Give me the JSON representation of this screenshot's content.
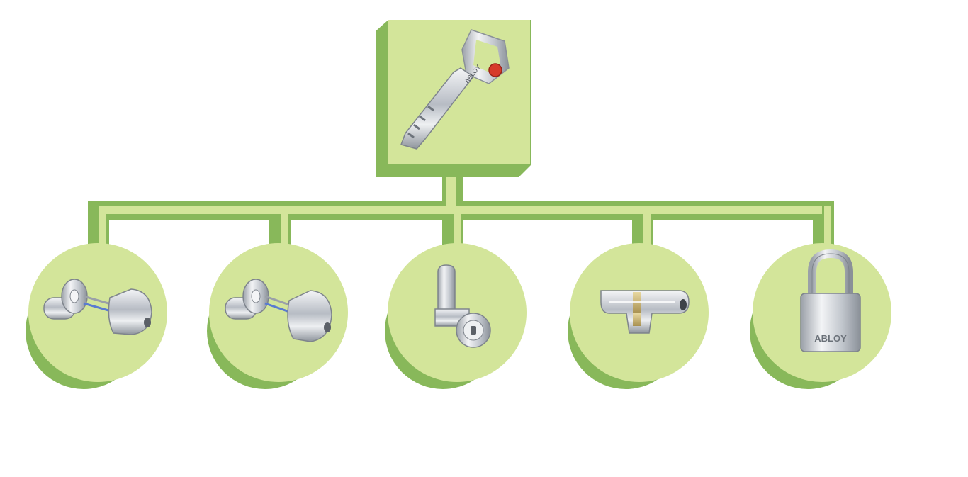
{
  "diagram": {
    "type": "key-hierarchy",
    "colors": {
      "fill": "#d3e59a",
      "shadow": "#88b85a",
      "background": "#ffffff",
      "metal": "#c8ccd2",
      "key_dot": "#d63a2a"
    },
    "root": {
      "icon": "abloy-key-icon",
      "key_text": "ABLOY"
    },
    "children": [
      {
        "icon": "euro-cylinder-set-icon"
      },
      {
        "icon": "euro-cylinder-set-icon"
      },
      {
        "icon": "cam-lock-icon"
      },
      {
        "icon": "profile-cylinder-icon"
      },
      {
        "icon": "padlock-icon",
        "brand_text": "ABLOY"
      }
    ]
  }
}
